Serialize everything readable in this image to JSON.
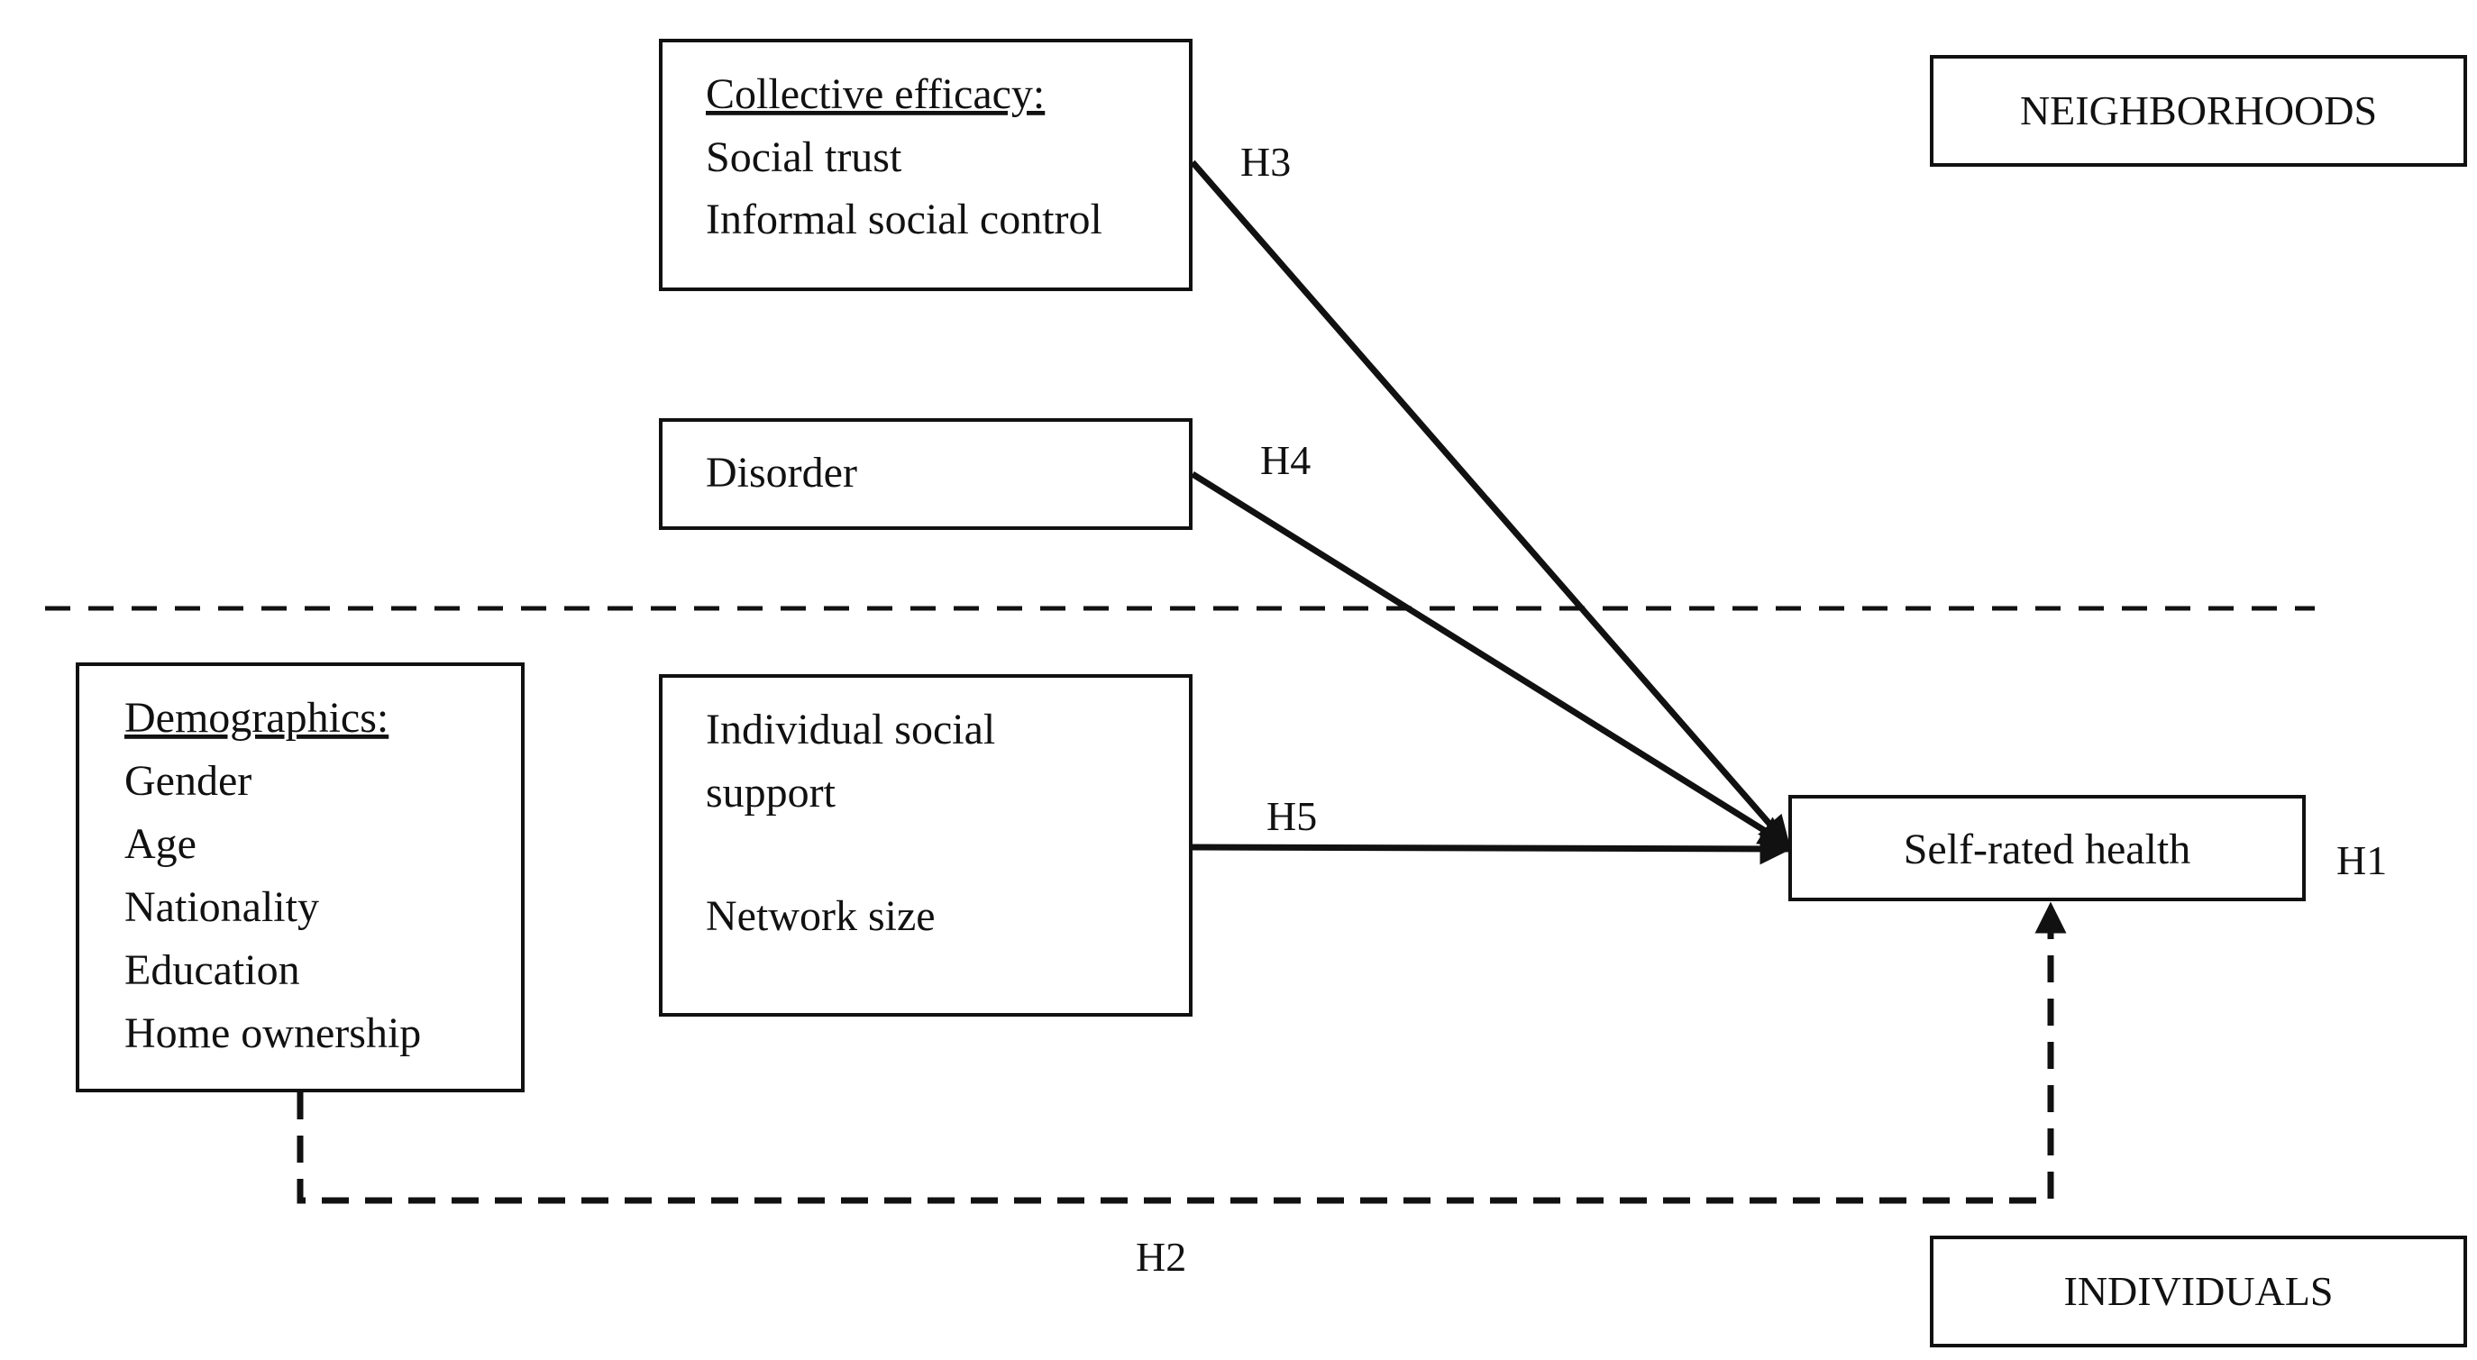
{
  "boxes": {
    "collective_efficacy": {
      "heading": "Collective efficacy:",
      "items": [
        "Social trust",
        "Informal social control"
      ]
    },
    "disorder": {
      "label": "Disorder"
    },
    "demographics": {
      "heading": "Demographics:",
      "items": [
        "Gender",
        "Age",
        "Nationality",
        "Education",
        "Home ownership"
      ]
    },
    "individual_support": {
      "lines": [
        "Individual social",
        "support"
      ],
      "network": "Network size"
    },
    "self_rated_health": {
      "label": "Self-rated health"
    }
  },
  "levels": {
    "neighborhoods": "NEIGHBORHOODS",
    "individuals": "INDIVIDUALS"
  },
  "hypotheses": {
    "h1": "H1",
    "h2": "H2",
    "h3": "H3",
    "h4": "H4",
    "h5": "H5"
  },
  "colors": {
    "line": "#111111",
    "background": "#ffffff"
  }
}
